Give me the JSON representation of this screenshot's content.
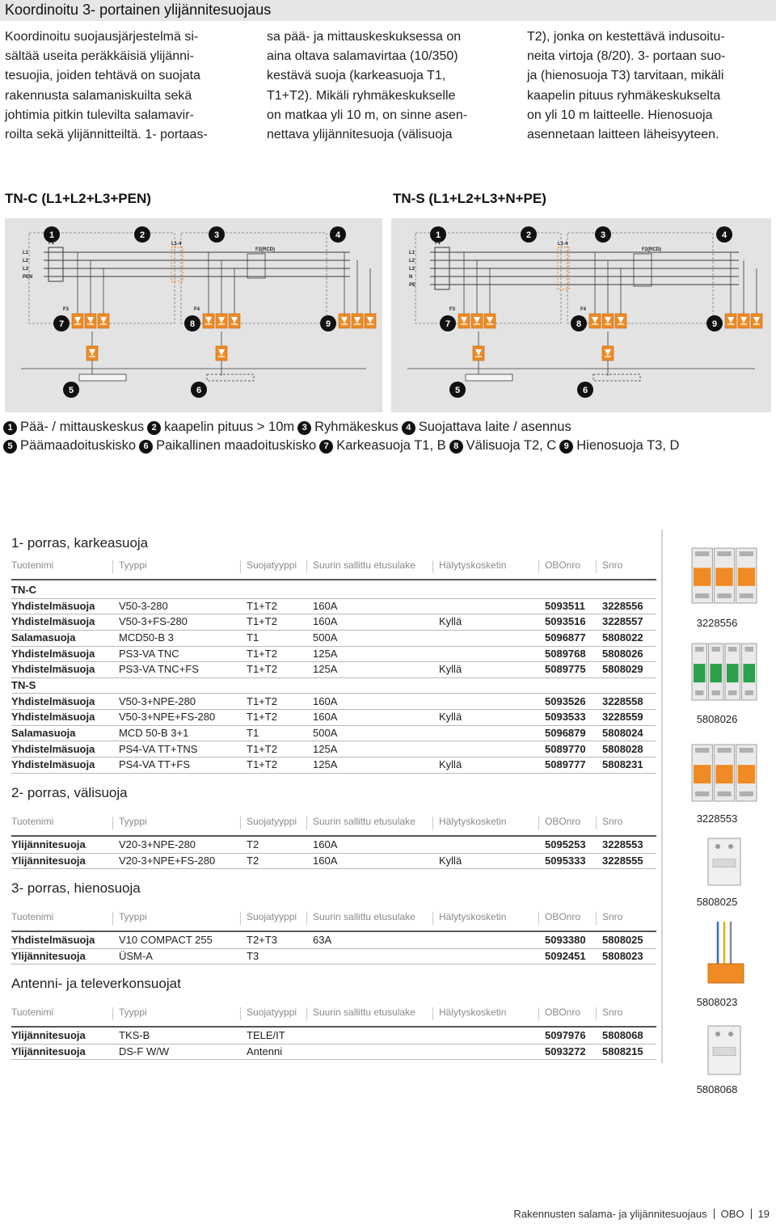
{
  "header": {
    "title": "Koordinoitu 3- portainen ylijännitesuojaus"
  },
  "intro": {
    "col1": "Koordinoitu suojausjärjestelmä si-\nsältää useita peräkkäisiä ylijänni-\ntesuojia, joiden tehtävä on suojata\nrakennusta salamaniskuilta sekä\njohtimia pitkin tulevilta salamavir-\nroilta sekä ylijännitteiltä. 1- portaas-",
    "col2": "sa pää- ja mittauskeskuksessa on\naina oltava salamavirtaa (10/350)\nkestävä suoja (karkeasuoja T1,\nT1+T2). Mikäli ryhmäkeskukselle\non matkaa yli 10 m, on sinne asen-\nnettava ylijännitesuoja (välisuoja",
    "col3": "T2), jonka on kestettävä indusoitu-\nneita virtoja (8/20). 3- portaan suo-\nja (hienosuoja T3) tarvitaan, mikäli\nkaapelin pituus ryhmäkeskukselta\non yli 10 m laitteelle. Hienosuoja\nasennetaan laitteen läheisyyteen."
  },
  "diagrams": {
    "left": {
      "title": "TN-C (L1+L2+L3+PEN)",
      "line_labels": [
        "L1",
        "L2",
        "L3",
        "PEN"
      ],
      "labels": {
        "fuse1": "F1",
        "fuse2": "F2(RCD)",
        "fuse3": "F3",
        "fuse4": "F4",
        "length": "L1-4"
      }
    },
    "right": {
      "title": "TN-S (L1+L2+L3+N+PE)",
      "line_labels": [
        "L1",
        "L2",
        "L3",
        "N",
        "PE"
      ],
      "labels": {
        "fuse1": "F1",
        "fuse2": "F2(RCD)",
        "fuse3": "F3",
        "fuse4": "F4",
        "length": "L1-4"
      }
    }
  },
  "legend": {
    "items": [
      {
        "num": "1",
        "text": "Pää- / mittauskeskus"
      },
      {
        "num": "2",
        "text": "kaapelin pituus > 10m"
      },
      {
        "num": "3",
        "text": "Ryhmäkeskus"
      },
      {
        "num": "4",
        "text": "Suojattava laite / asennus"
      },
      {
        "num": "5",
        "text": "Päämaadoituskisko"
      },
      {
        "num": "6",
        "text": "Paikallinen maadoituskisko"
      },
      {
        "num": "7",
        "text": "Karkeasuoja T1, B"
      },
      {
        "num": "8",
        "text": "Välisuoja T2, C"
      },
      {
        "num": "9",
        "text": "Hienosuoja T3, D"
      }
    ]
  },
  "columns": [
    "Tuotenimi",
    "Tyyppi",
    "Suojatyyppi",
    "Suurin sallittu etusulake",
    "Hälytyskosketin",
    "OBOnro",
    "Snro"
  ],
  "sections": {
    "s1": {
      "title": "1- porras, karkeasuoja",
      "group_tnc": "TN-C",
      "group_tns": "TN-S",
      "rows_tnc": [
        [
          "Yhdistelmäsuoja",
          "V50-3-280",
          "T1+T2",
          "160A",
          "",
          "5093511",
          "3228556"
        ],
        [
          "Yhdistelmäsuoja",
          "V50-3+FS-280",
          "T1+T2",
          "160A",
          "Kyllä",
          "5093516",
          "3228557"
        ],
        [
          "Salamasuoja",
          "MCD50-B 3",
          "T1",
          "500A",
          "",
          "5096877",
          "5808022"
        ],
        [
          "Yhdistelmäsuoja",
          "PS3-VA TNC",
          "T1+T2",
          "125A",
          "",
          "5089768",
          "5808026"
        ],
        [
          "Yhdistelmäsuoja",
          "PS3-VA TNC+FS",
          "T1+T2",
          "125A",
          "Kyllä",
          "5089775",
          "5808029"
        ]
      ],
      "rows_tns": [
        [
          "Yhdistelmäsuoja",
          "V50-3+NPE-280",
          "T1+T2",
          "160A",
          "",
          "5093526",
          "3228558"
        ],
        [
          "Yhdistelmäsuoja",
          "V50-3+NPE+FS-280",
          "T1+T2",
          "160A",
          "Kyllä",
          "5093533",
          "3228559"
        ],
        [
          "Salamasuoja",
          "MCD 50-B 3+1",
          "T1",
          "500A",
          "",
          "5096879",
          "5808024"
        ],
        [
          "Yhdistelmäsuoja",
          "PS4-VA TT+TNS",
          "T1+T2",
          "125A",
          "",
          "5089770",
          "5808028"
        ],
        [
          "Yhdistelmäsuoja",
          "PS4-VA TT+FS",
          "T1+T2",
          "125A",
          "Kyllä",
          "5089777",
          "5808231"
        ]
      ]
    },
    "s2": {
      "title": "2- porras, välisuoja",
      "rows": [
        [
          "Ylijännitesuoja",
          "V20-3+NPE-280",
          "T2",
          "160A",
          "",
          "5095253",
          "3228553"
        ],
        [
          "Ylijännitesuoja",
          "V20-3+NPE+FS-280",
          "T2",
          "160A",
          "Kyllä",
          "5095333",
          "3228555"
        ]
      ]
    },
    "s3": {
      "title": "3- porras, hienosuoja",
      "rows": [
        [
          "Yhdistelmäsuoja",
          "V10 COMPACT 255",
          "T2+T3",
          "63A",
          "",
          "5093380",
          "5808025"
        ],
        [
          "Ylijännitesuoja",
          "ÜSM-A",
          "T3",
          "",
          "",
          "5092451",
          "5808023"
        ]
      ]
    },
    "s4": {
      "title": "Antenni- ja televerkonsuojat",
      "rows": [
        [
          "Ylijännitesuoja",
          "TKS-B",
          "TELE/IT",
          "",
          "",
          "5097976",
          "5808068"
        ],
        [
          "Ylijännitesuoja",
          "DS-F W/W",
          "Antenni",
          "",
          "",
          "5093272",
          "5808215"
        ]
      ]
    }
  },
  "photos": [
    "3228556",
    "5808026",
    "3228553",
    "5808025",
    "5808023",
    "5808068"
  ],
  "footer": {
    "text": "Rakennusten salama- ja ylijännitesuojaus",
    "brand": "OBO",
    "page": "19"
  },
  "colors": {
    "surge": "#f08a24",
    "panel": "#e3e3e3",
    "wire": "#3a3a3a"
  }
}
